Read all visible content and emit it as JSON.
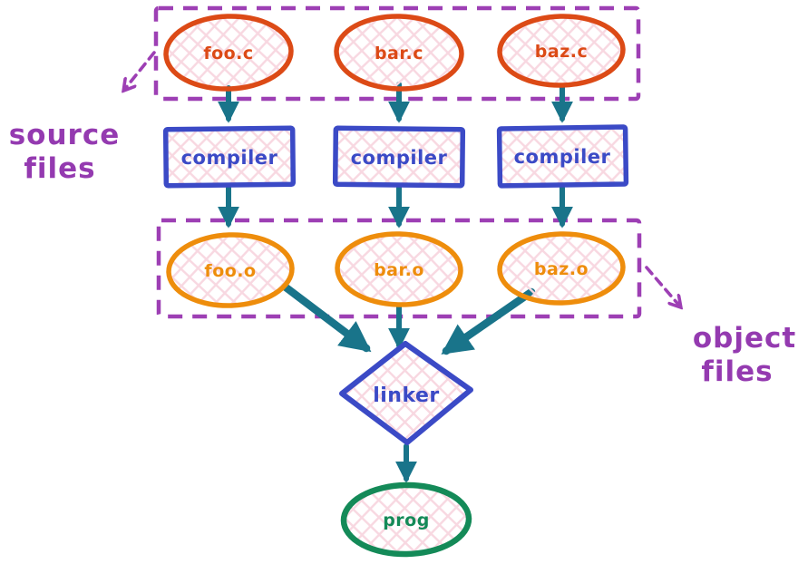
{
  "diagram": {
    "type": "flowchart",
    "title_visible": false,
    "nodes": {
      "source_files": [
        {
          "label": "foo.c"
        },
        {
          "label": "bar.c"
        },
        {
          "label": "baz.c"
        }
      ],
      "compilers": [
        {
          "label": "compiler"
        },
        {
          "label": "compiler"
        },
        {
          "label": "compiler"
        }
      ],
      "object_files": [
        {
          "label": "foo.o"
        },
        {
          "label": "bar.o"
        },
        {
          "label": "baz.o"
        }
      ],
      "linker": {
        "label": "linker"
      },
      "program": {
        "label": "prog"
      }
    },
    "annotations": {
      "source_group": {
        "line1": "source",
        "line2": "files"
      },
      "object_group": {
        "line1": "object",
        "line2": "files"
      }
    },
    "edges": [
      "foo.c -> compiler",
      "bar.c -> compiler",
      "baz.c -> compiler",
      "compiler -> foo.o",
      "compiler -> bar.o",
      "compiler -> baz.o",
      "foo.o -> linker",
      "bar.o -> linker",
      "baz.o -> linker",
      "linker -> prog"
    ],
    "colors": {
      "source_node": "#dc4a16",
      "object_node": "#ee8d0c",
      "process_node": "#3b4ac6",
      "program_node": "#148a58",
      "arrow": "#19748a",
      "annotation": "#943ab0",
      "hatch_fill": "#f8d8e1",
      "background": "#ffffff"
    }
  }
}
